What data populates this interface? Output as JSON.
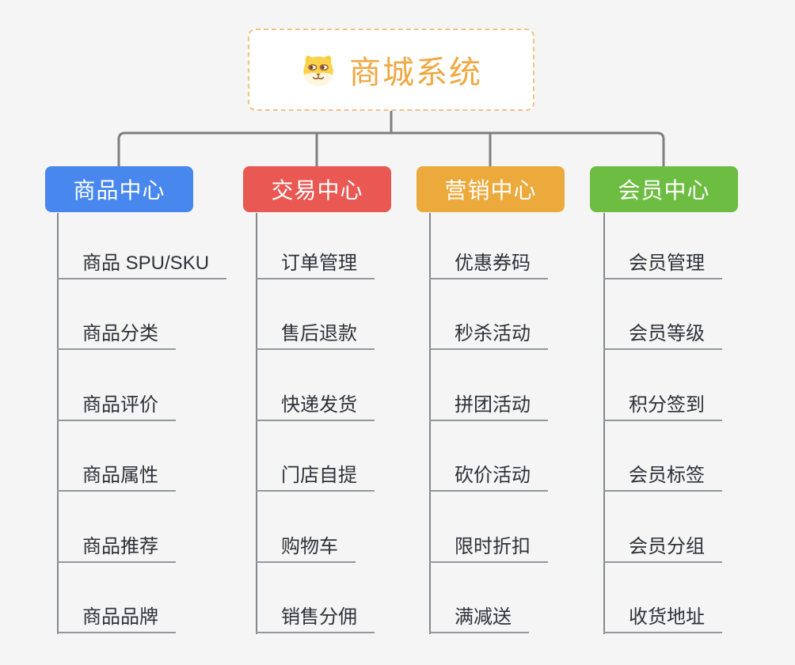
{
  "palette": {
    "background": "#F5F5F5",
    "connector": "#7F7F7F",
    "spine": "#85888E",
    "underline": "#94979D",
    "title_color": "#EFA843",
    "title_border": "#F2C183",
    "node_text": "#FFFFFF",
    "child_text": "#2E3138"
  },
  "root": {
    "label": "商城系统",
    "icon": "dog-logo-icon"
  },
  "branches": [
    {
      "label": "商品中心",
      "color": "#4787EE",
      "children": [
        "商品 SPU/SKU",
        "商品分类",
        "商品评价",
        "商品属性",
        "商品推荐",
        "商品品牌"
      ]
    },
    {
      "label": "交易中心",
      "color": "#E95852",
      "children": [
        "订单管理",
        "售后退款",
        "快递发货",
        "门店自提",
        "购物车",
        "销售分佣"
      ]
    },
    {
      "label": "营销中心",
      "color": "#ECAA3C",
      "children": [
        "优惠券码",
        "秒杀活动",
        "拼团活动",
        "砍价活动",
        "限时折扣",
        "满减送"
      ]
    },
    {
      "label": "会员中心",
      "color": "#6EBD43",
      "children": [
        "会员管理",
        "会员等级",
        "积分签到",
        "会员标签",
        "会员分组",
        "收货地址"
      ]
    }
  ]
}
